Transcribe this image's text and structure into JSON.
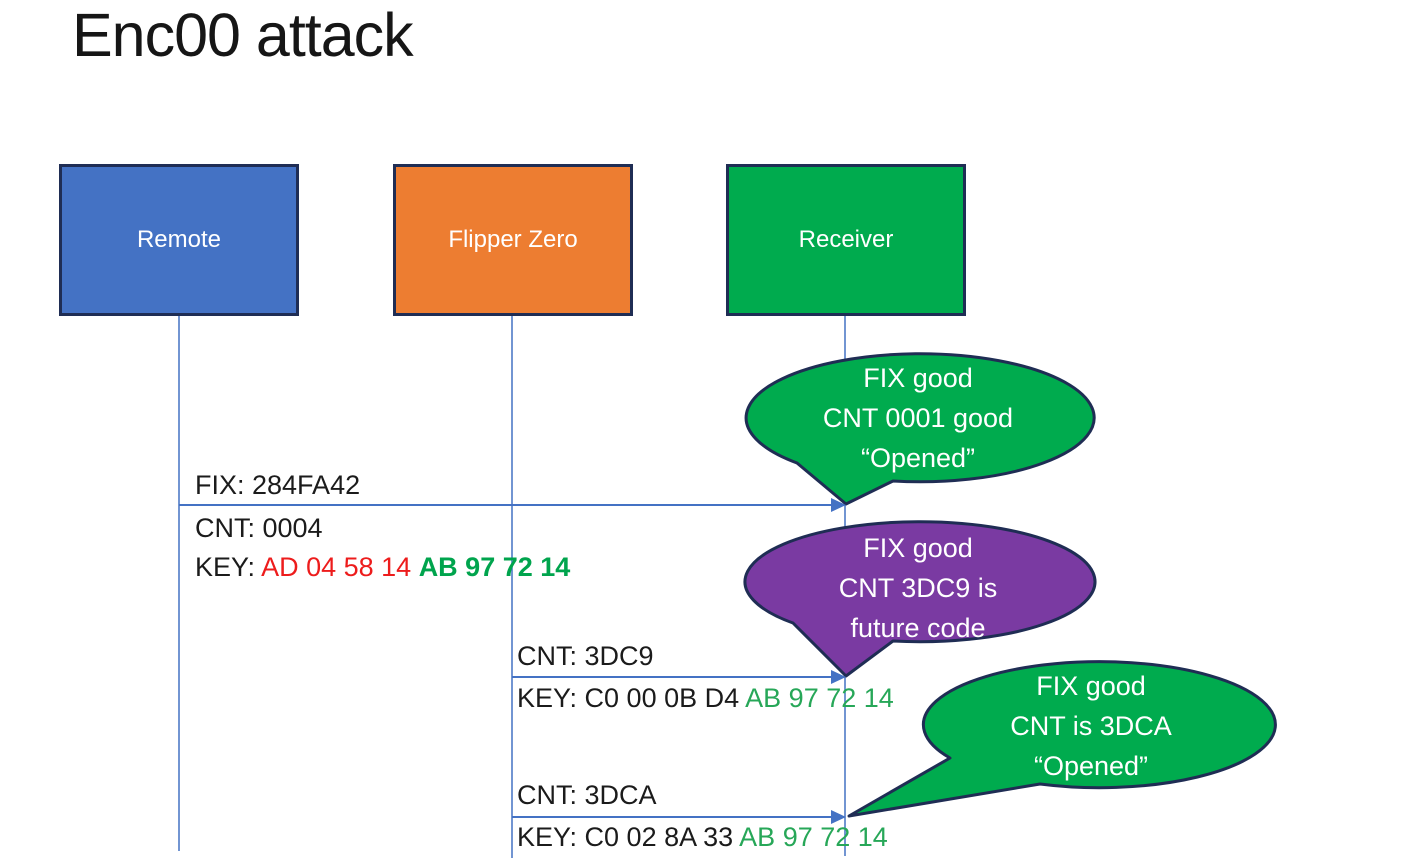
{
  "slide_title": "Enc00 attack",
  "colors": {
    "remote_box": "#4472C4",
    "flipper_box": "#ED7D31",
    "receiver_box": "#00AB4E",
    "box_border": "#1F2D54",
    "arrow_blue": "#4472C4",
    "bubble_green": "#00AB4E",
    "bubble_purple": "#7A3AA2",
    "bubble_border": "#1F2D54",
    "key_red": "#ED1C1C",
    "key_green_bold": "#00A44D",
    "key_green": "#27A758",
    "message_text": "#1b1b1b",
    "bubble_text": "#FFFFFF"
  },
  "actors": [
    {
      "label": "Remote"
    },
    {
      "label": "Flipper Zero"
    },
    {
      "label": "Receiver"
    }
  ],
  "messages": [
    {
      "from": "Remote",
      "to": "Receiver",
      "fix": "FIX: 284FA42",
      "cnt": "CNT: 0004",
      "key": {
        "prefix": "KEY: ",
        "red": "AD 04 58 14 ",
        "green": "AB 97 72 14"
      }
    },
    {
      "from": "Flipper Zero",
      "to": "Receiver",
      "cnt": "CNT: 3DC9",
      "key": {
        "prefix": "KEY: C0 00 0B D4 ",
        "green": "AB 97 72 14"
      }
    },
    {
      "from": "Flipper Zero",
      "to": "Receiver",
      "cnt": "CNT: 3DCA",
      "key": {
        "prefix": "KEY: C0 02 8A 33 ",
        "green": "AB 97 72 14"
      }
    }
  ],
  "callouts": [
    {
      "color": "green",
      "lines": [
        "FIX good",
        "CNT 0001 good",
        "“Opened”"
      ]
    },
    {
      "color": "purple",
      "lines": [
        "FIX good",
        "CNT 3DC9 is",
        "future code"
      ]
    },
    {
      "color": "green",
      "lines": [
        "FIX good",
        "CNT is 3DCA",
        "“Opened”"
      ]
    }
  ]
}
